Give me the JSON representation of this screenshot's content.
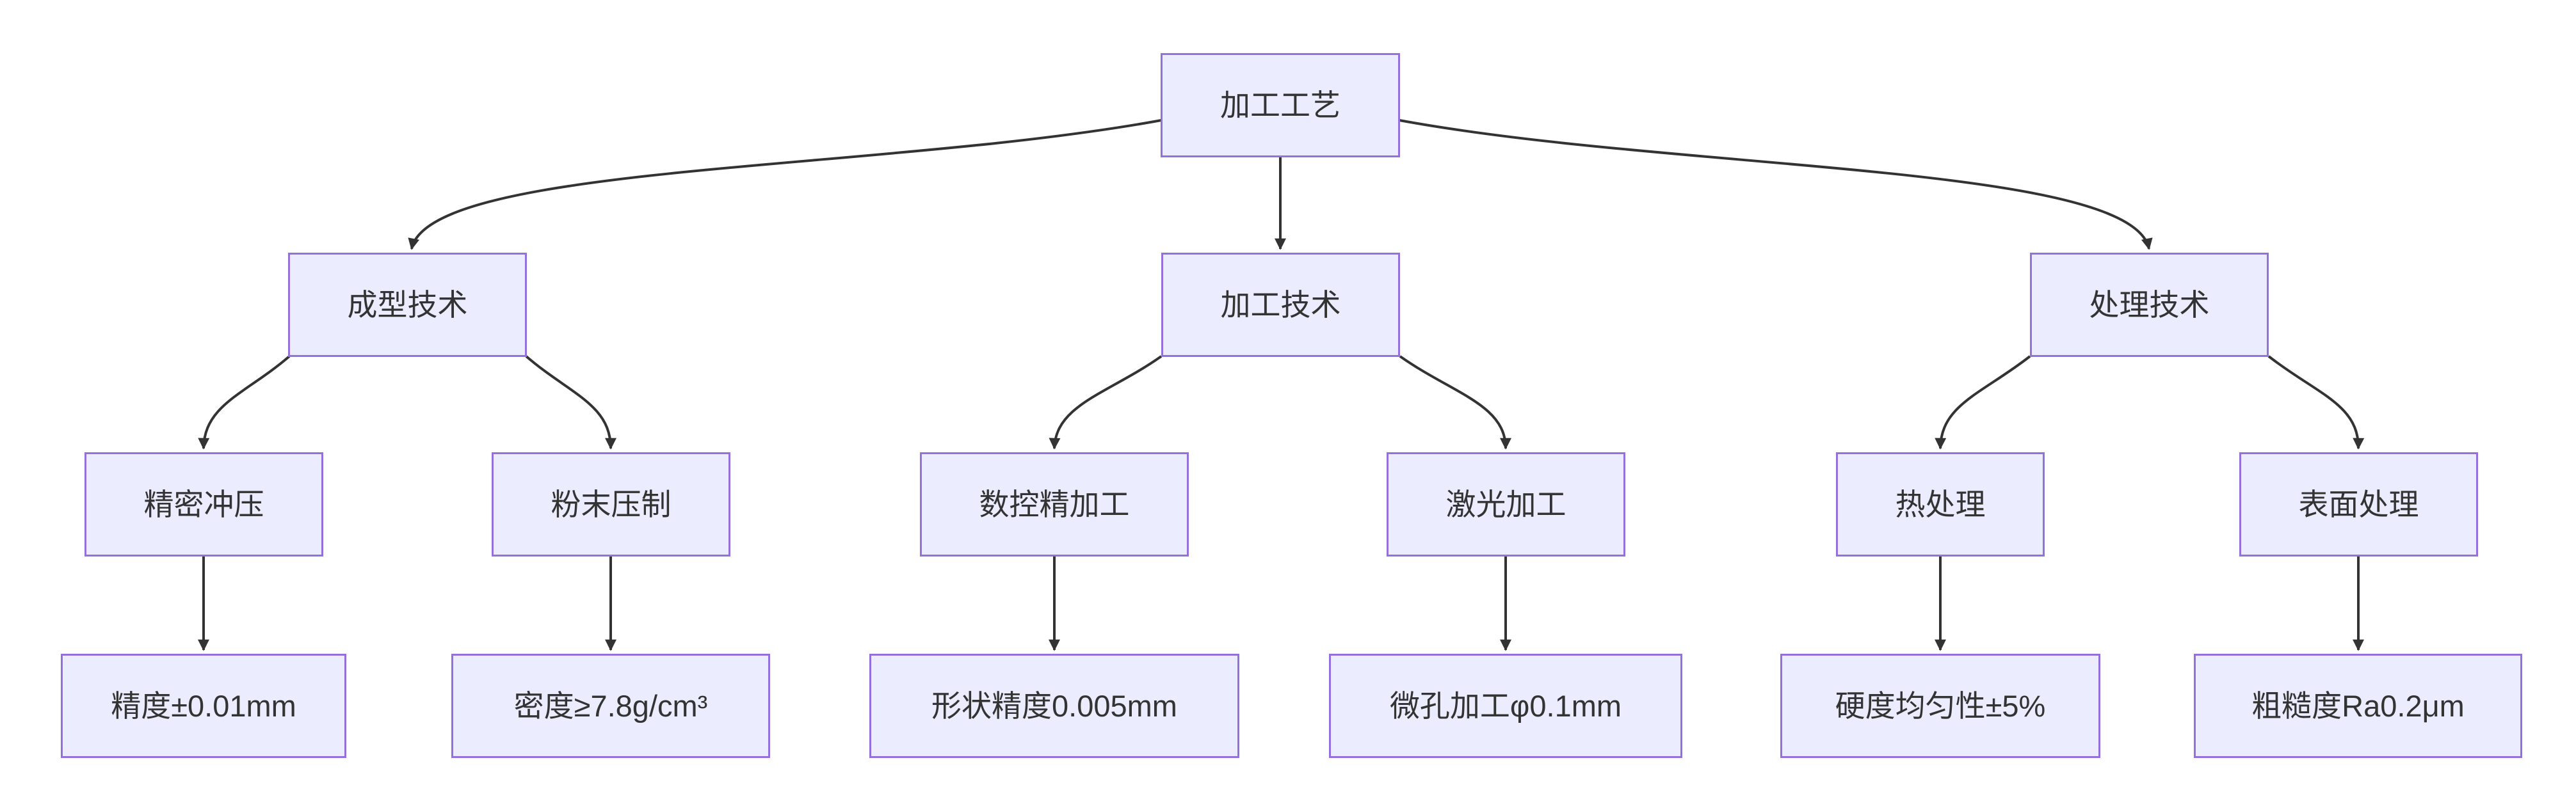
{
  "diagram": {
    "type": "flowchart-top-down",
    "nodes": {
      "root": {
        "label": "加工工艺"
      },
      "forming": {
        "label": "成型技术"
      },
      "machining": {
        "label": "加工技术"
      },
      "treatment": {
        "label": "处理技术"
      },
      "stamping": {
        "label": "精密冲压"
      },
      "powder": {
        "label": "粉末压制"
      },
      "cnc": {
        "label": "数控精加工"
      },
      "laser": {
        "label": "激光加工"
      },
      "heat": {
        "label": "热处理"
      },
      "surface": {
        "label": "表面处理"
      },
      "stamping_spec": {
        "label": "精度±0.01mm"
      },
      "powder_spec": {
        "label": "密度≥7.8g/cm³"
      },
      "cnc_spec": {
        "label": "形状精度0.005mm"
      },
      "laser_spec": {
        "label": "微孔加工φ0.1mm"
      },
      "heat_spec": {
        "label": "硬度均匀性±5%"
      },
      "surface_spec": {
        "label": "粗糙度Ra0.2μm"
      }
    },
    "edges": [
      {
        "from": "加工工艺",
        "to": "成型技术"
      },
      {
        "from": "加工工艺",
        "to": "加工技术"
      },
      {
        "from": "加工工艺",
        "to": "处理技术"
      },
      {
        "from": "成型技术",
        "to": "精密冲压"
      },
      {
        "from": "成型技术",
        "to": "粉末压制"
      },
      {
        "from": "加工技术",
        "to": "数控精加工"
      },
      {
        "from": "加工技术",
        "to": "激光加工"
      },
      {
        "from": "处理技术",
        "to": "热处理"
      },
      {
        "from": "处理技术",
        "to": "表面处理"
      },
      {
        "from": "精密冲压",
        "to": "精度±0.01mm"
      },
      {
        "from": "粉末压制",
        "to": "密度≥7.8g/cm³"
      },
      {
        "from": "数控精加工",
        "to": "形状精度0.005mm"
      },
      {
        "from": "激光加工",
        "to": "微孔加工φ0.1mm"
      },
      {
        "from": "热处理",
        "to": "硬度均匀性±5%"
      },
      {
        "from": "表面处理",
        "to": "粗糙度Ra0.2μm"
      }
    ],
    "colors": {
      "background": "#FFFFFF",
      "node_fill": "#ECECFF",
      "node_border": "#9370DB",
      "edge": "#333333",
      "text": "#333333"
    }
  }
}
